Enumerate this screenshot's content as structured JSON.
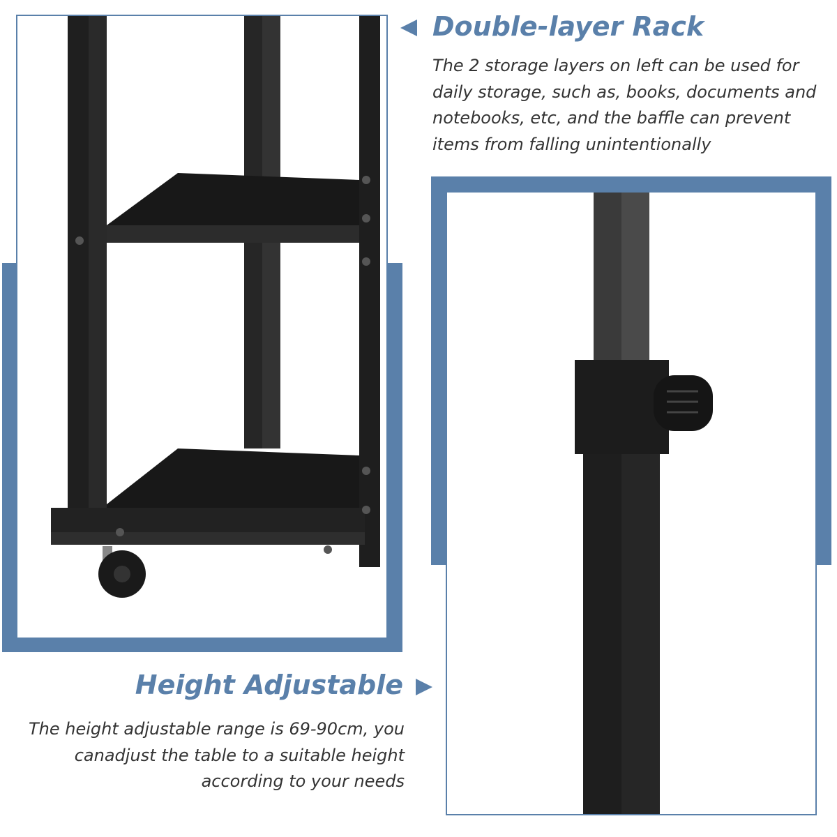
{
  "colors": {
    "accent": "#5a80aa",
    "text": "#333333",
    "product": "#1f1f1f"
  },
  "section_rack": {
    "title": "Double-layer Rack",
    "lines": [
      "The 2 storage layers on left can be used for",
      "daily storage, such as, books, documents and",
      "notebooks, etc, and the baffle can prevent",
      "items from falling unintentionally"
    ],
    "arrow_icon": "triangle-left"
  },
  "section_height": {
    "title": "Height Adjustable",
    "lines": [
      "The height adjustable range is 69-90cm, you",
      "canadjust the table to a suitable height",
      "according to your needs"
    ],
    "arrow_icon": "triangle-right"
  }
}
